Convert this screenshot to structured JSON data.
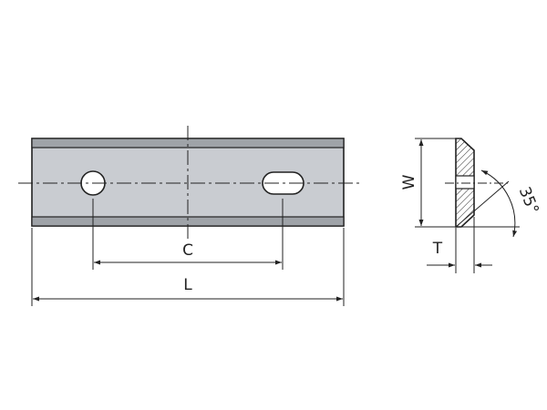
{
  "drawing": {
    "labels": {
      "center_distance": "C",
      "length": "L",
      "width": "W",
      "thickness": "T",
      "angle": "35°"
    },
    "colors": {
      "blade_fill": "#c9ccd1",
      "edge_fill": "#9fa3a8",
      "line": "#222222",
      "background": "#ffffff"
    }
  }
}
